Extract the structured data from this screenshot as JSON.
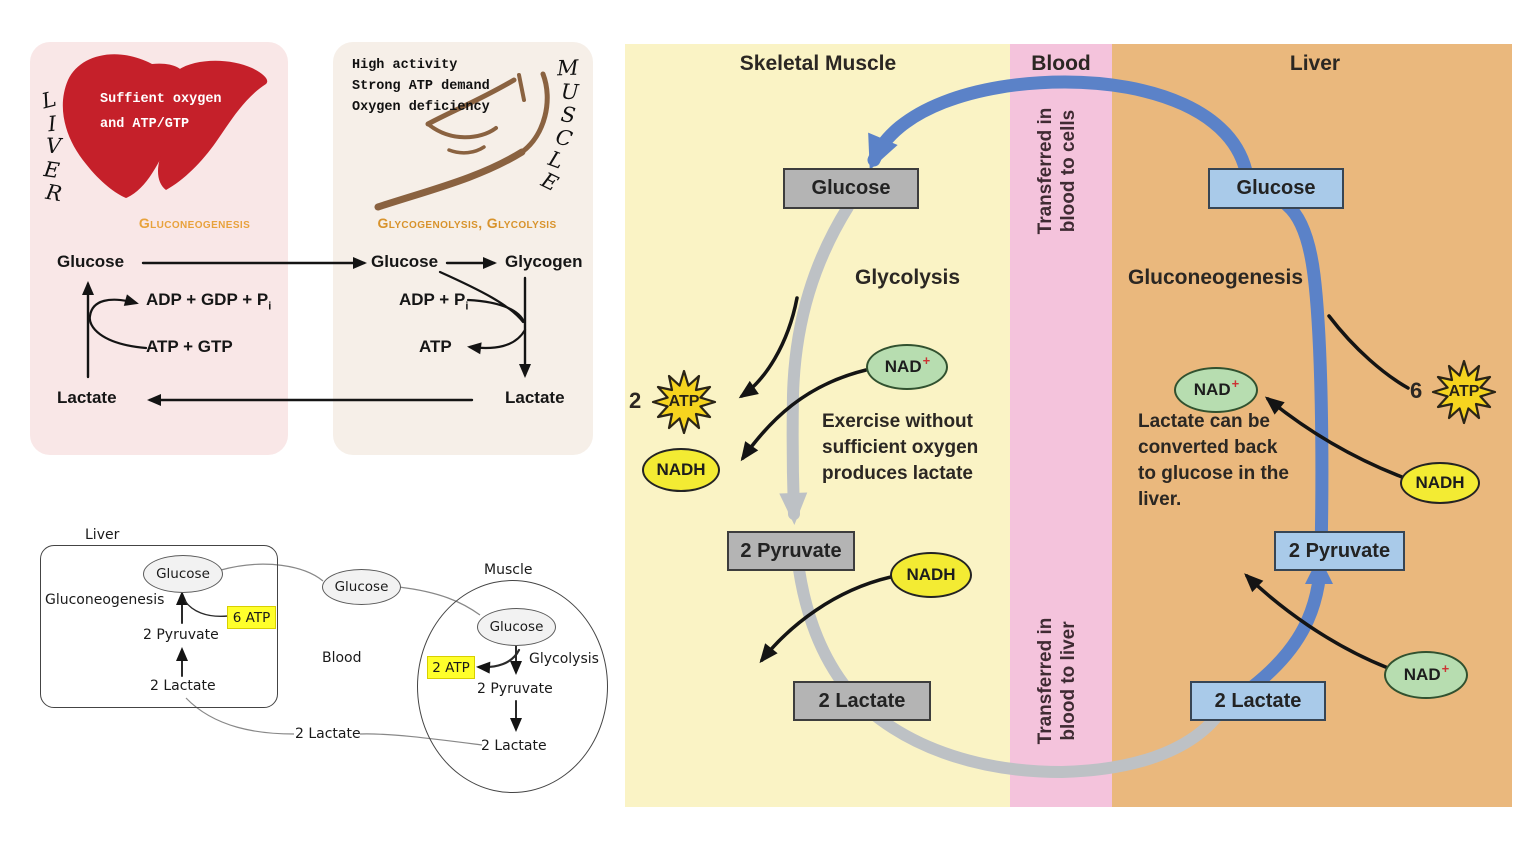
{
  "colors": {
    "liver_card_bg": "#f9e7e7",
    "muscle_card_bg": "#f6efe8",
    "liver_red": "#c5202a",
    "muscle_brown": "#8a6240",
    "pathway_orange": "#e0992e",
    "highlight_yellow": "#ffff2b",
    "cycle_yellow_bg": "#faf3c5",
    "cycle_pink_bg": "#f4c3dc",
    "cycle_orange_bg": "#eab87d",
    "blue_arrow": "#5b82c8",
    "gray_arrow": "#bdc1c5",
    "gray_box": "#b4b4b4",
    "blue_box": "#a9cae9",
    "nad_green": "#b7ddb0",
    "nadh_yellow": "#f3eb33",
    "atp_star": "#f6d41f"
  },
  "top_left": {
    "liver": {
      "letters": [
        "L",
        "I",
        "V",
        "E",
        "R"
      ],
      "organ_caption_1": "Suffient oxygen",
      "organ_caption_2": "and ATP/GTP",
      "pathway": "Gluconeogenesis",
      "glucose": "Glucose",
      "cofactor_out": "ADP + GDP + P",
      "cofactor_out_sub": "i",
      "cofactor_in": "ATP + GTP",
      "lactate": "Lactate"
    },
    "muscle": {
      "letters": [
        "M",
        "U",
        "S",
        "C",
        "L",
        "E"
      ],
      "conditions": [
        "High activity",
        "Strong ATP demand",
        "Oxygen deficiency"
      ],
      "pathway": "Glycogenolysis, Glycolysis",
      "glucose": "Glucose",
      "glycogen": "Glycogen",
      "cofactor_in": "ADP + P",
      "cofactor_in_sub": "i",
      "cofactor_out": "ATP",
      "lactate": "Lactate"
    }
  },
  "bottom_left": {
    "liver_label": "Liver",
    "gluconeogenesis": "Gluconeogenesis",
    "liver_glucose": "Glucose",
    "atp6": "6 ATP",
    "liver_pyruvate": "2 Pyruvate",
    "liver_lactate": "2 Lactate",
    "blood_label": "Blood",
    "blood_glucose": "Glucose",
    "blood_lactate": "2 Lactate",
    "muscle_label": "Muscle",
    "muscle_glucose": "Glucose",
    "atp2": "2 ATP",
    "glycolysis": "Glycolysis",
    "muscle_pyruvate": "2 Pyruvate",
    "muscle_lactate": "2 Lactate"
  },
  "cycle": {
    "headers": {
      "muscle": "Skeletal Muscle",
      "blood": "Blood",
      "liver": "Liver"
    },
    "blood_top": [
      "Transferred in",
      "blood to cells"
    ],
    "blood_bottom": [
      "Transferred in",
      "blood to liver"
    ],
    "muscle": {
      "glucose": "Glucose",
      "glycolysis": "Glycolysis",
      "nad": "NAD",
      "nad_plus": "+",
      "atp_count": "2",
      "atp": "ATP",
      "nadh1": "NADH",
      "note": [
        "Exercise without",
        "sufficient oxygen",
        "produces lactate"
      ],
      "pyruvate": "2 Pyruvate",
      "nadh2": "NADH",
      "lactate": "2 Lactate"
    },
    "liver": {
      "glucose": "Glucose",
      "gluconeogenesis": "Gluconeogenesis",
      "nad": "NAD",
      "nad_plus": "+",
      "atp_count": "6",
      "atp": "ATP",
      "nadh": "NADH",
      "note": [
        "Lactate can be",
        "converted back",
        "to glucose in the",
        "liver."
      ],
      "pyruvate": "2 Pyruvate",
      "nad2": "NAD",
      "nad2_plus": "+",
      "lactate": "2 Lactate"
    }
  }
}
